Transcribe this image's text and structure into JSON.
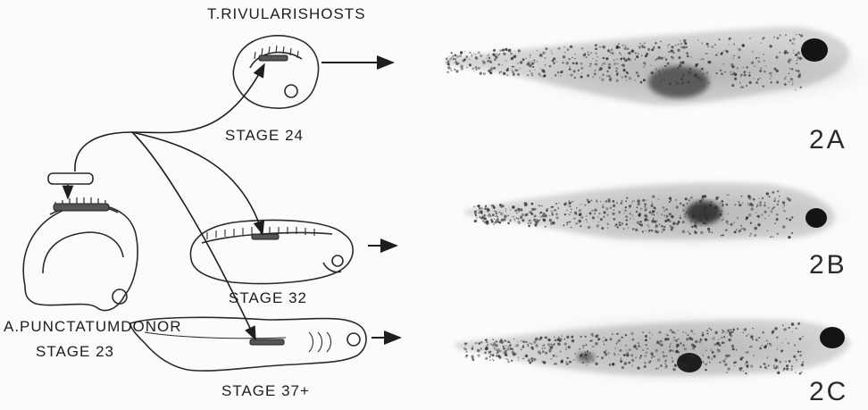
{
  "labels": {
    "hosts": "T.RIVULARISHOSTS",
    "stage24": "STAGE 24",
    "stage32": "STAGE 32",
    "stage37": "STAGE 37+",
    "donor": "A.PUNCTATUMDONOR",
    "donor_stage": "STAGE 23"
  },
  "panels": [
    "2A",
    "2B",
    "2C"
  ],
  "colors": {
    "ink": "#1e1e1e",
    "background": "#fbfbf9"
  }
}
